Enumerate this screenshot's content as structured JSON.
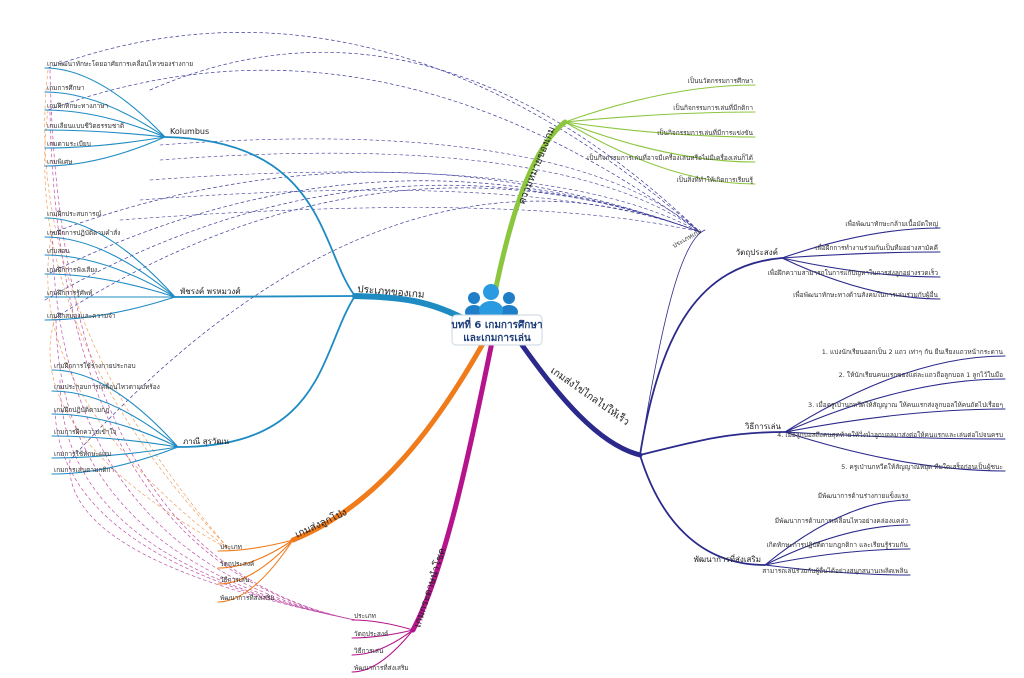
{
  "center": {
    "line1": "บทที่ 6 เกมการศึกษา",
    "line2": "และเกมการเล่น",
    "icon": "people-group-icon"
  },
  "colors": {
    "types": "#1e8bc3",
    "meaning": "#8cc63f",
    "egg": "#2b2a8c",
    "balloon": "#f07b1b",
    "paper": "#b5148c",
    "dash_navy": "#3a3a9a",
    "dash_orange": "#f0a060",
    "dash_magenta": "#c050a8"
  },
  "types": {
    "label": "ประเภทของเกม",
    "groups": [
      {
        "label": "Kolumbus",
        "items": [
          "เกมพัฒนาทักษะโดยอาศัยการเคลื่อนไหวของร่างกาย",
          "เกมการศึกษา",
          "เกมฝึกทักษะทางภาษา",
          "เกมเลียนแบบชีวิตธรรมชาติ",
          "เกมตามระเบียบ",
          "เกมพิเศษ"
        ]
      },
      {
        "label": "พัชรงค์ พรหมวงศ์",
        "items": [
          "เกมฝึกประสบการณ์",
          "เกมฝึกการปฏิบัติตามคำสั่ง",
          "เกมสอน",
          "เกมฝึกการฟังเสียง",
          "เกมฝึกการรู้ศัพท์",
          "เกมฝึกสมองและความจำ"
        ]
      },
      {
        "label": "ภาณี สุรวัฒน",
        "items": [
          "เกมฝึกการใช้ร่างกายประกอบ",
          "เกมประกอบการเคลื่อนไหวตามบทร้อง",
          "เกมฝึกปฏิบัติตามกฎ",
          "เกมการฝึกความเข้าใจ",
          "เกมการใช้ทักษะผสม",
          "เกมการเล่นตามกติกา"
        ]
      }
    ]
  },
  "meaning": {
    "label": "ความหมายของเกม",
    "items": [
      "เป็นนวัตกรรมการศึกษา",
      "เป็นกิจกรรมการเล่นที่มีกติกา",
      "เป็นกิจกรรมการเล่นที่มีการแข่งขัน",
      "เป็นกิจกรรมการเล่นที่อาจมีเครื่องเล่นหรือไม่มีเครื่องเล่นก็ได้",
      "เป็นสิ่งที่ทำให้เกิดการเรียนรู้"
    ]
  },
  "egg": {
    "label": "เกมส่งไข่ไกลไปให้เร็ว",
    "type_label": "ประเภทเกม",
    "groups": [
      {
        "label": "วัตถุประสงค์",
        "items": [
          "เพื่อพัฒนาทักษะกล้ามเนื้อมัดใหญ่",
          "เพื่อฝึกการทำงานร่วมกันเป็นทีมอย่างสามัคคี",
          "เพื่อฝึกความสามารถในการแก้ปัญหาในการส่งลูกอย่างรวดเร็ว",
          "เพื่อพัฒนาทักษะทางด้านสังคมในการเล่นร่วมกับผู้อื่น"
        ]
      },
      {
        "label": "วิธีการเล่น",
        "items": [
          "1. แบ่งนักเรียนออกเป็น 2 แถว เท่าๆ กัน ยืนเรียงแถวหน้ากระดาน",
          "2. ให้นักเรียนคนแรกของแต่ละแถวถือลูกบอล 1 ลูกไว้ในมือ",
          "3. เมื่อครูเป่านกหวีดให้สัญญาณ ให้คนแรกส่งลูกบอลให้คนถัดไปเรื่อยๆ",
          "4. เมื่อลูกบอลถึงคนสุดท้ายให้วิ่งนำลูกบอลมาส่งต่อให้คนแรกและเล่นต่อไปจนครบ",
          "5. ครูเป่านกหวีดให้สัญญาณหยุด ทีมใดเสร็จก่อนเป็นผู้ชนะ"
        ]
      },
      {
        "label": "พัฒนาการที่ส่งเสริม",
        "items": [
          "มีพัฒนาการด้านร่างกายแข็งแรง",
          "มีพัฒนาการด้านการเคลื่อนไหวอย่างคล่องแคล่ว",
          "เกิดทักษะการปฏิบัติตามกฎกติกา และเรียนรู้ร่วมกัน",
          "สามารถเล่นร่วมกับผู้อื่นได้อย่างสนุกสนานเพลิดเพลิน"
        ]
      }
    ]
  },
  "balloon": {
    "label": "เกมส่งลูกโป่ง",
    "items": [
      "ประเภท",
      "วัตถุประสงค์",
      "วิธีการเล่น",
      "พัฒนาการที่ส่งเสริม"
    ]
  },
  "paper": {
    "label": "เกมกระดาษนำโชค",
    "items": [
      "ประเภท",
      "วัตถุประสงค์",
      "วิธีการเล่น",
      "พัฒนาการที่ส่งเสริม"
    ]
  }
}
